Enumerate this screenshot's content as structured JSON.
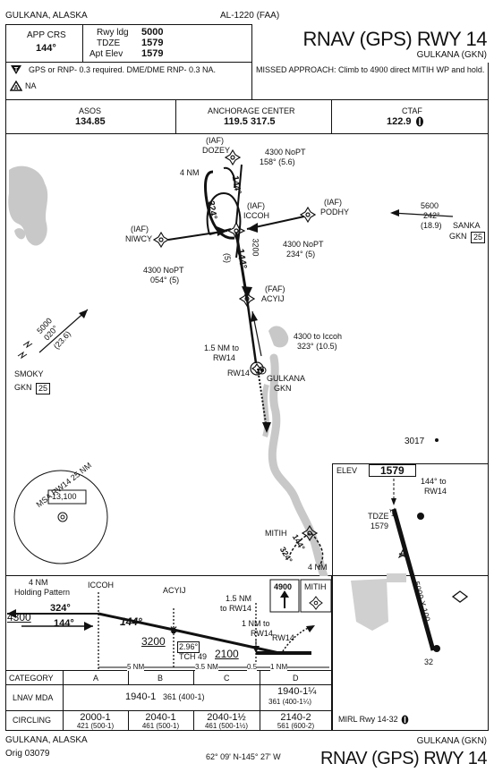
{
  "header": {
    "location": "GULKANA, ALASKA",
    "procedure_id": "AL-1220 (FAA)",
    "title": "RNAV (GPS) RWY 14",
    "airport": "GULKANA (GKN)",
    "app_crs_label": "APP CRS",
    "app_crs_value": "144°",
    "rwy_ldg_label": "Rwy ldg",
    "rwy_ldg_value": "5000",
    "tdze_label": "TDZE",
    "tdze_value": "1579",
    "apt_elev_label": "Apt Elev",
    "apt_elev_value": "1579"
  },
  "notes": {
    "gps_note": "GPS or RNP- 0.3 required. DME/DME RNP- 0.3 NA.",
    "na_note": "NA",
    "missed_approach": "MISSED APPROACH:  Climb to 4900 direct MITIH WP and hold."
  },
  "comms": [
    {
      "label": "ASOS",
      "value": "134.85"
    },
    {
      "label": "ANCHORAGE CENTER",
      "value": "119.5  317.5"
    },
    {
      "label": "CTAF",
      "value": "122.9"
    }
  ],
  "plan_view": {
    "dozey": {
      "iaf": "(IAF)",
      "name": "DOZEY"
    },
    "dozey_leg": {
      "alt": "4300 NoPT",
      "crs": "158° (5.6)"
    },
    "hold_dist": "4 NM",
    "hold_in": "144°",
    "hold_out": "324°",
    "iccoh": {
      "iaf": "(IAF)",
      "name": "ICCOH"
    },
    "podhy": {
      "iaf": "(IAF)",
      "name": "PODHY"
    },
    "podhy_leg": {
      "alt": "4300 NoPT",
      "crs": "234° (5)"
    },
    "niwcy": {
      "iaf": "(IAF)",
      "name": "NIWCY"
    },
    "niwcy_leg": {
      "alt": "4300 NoPT",
      "crs": "054° (5)"
    },
    "final_alt": "3200",
    "final_crs": "144°",
    "final_dist": "(5)",
    "acyij": {
      "faf": "(FAF)",
      "name": "ACYIJ"
    },
    "iccoh_return": {
      "alt": "4300 to Iccoh",
      "crs": "323° (10.5)"
    },
    "rw14_dist": "1.5 NM to",
    "rw14_name": "RW14",
    "rw14_label": "RW14",
    "sanka_leg": {
      "alt": "5600",
      "crs": "242°",
      "dist": "(18.9)"
    },
    "sanka": {
      "name": "SANKA",
      "navaid": "GKN",
      "channel": "25"
    },
    "smoky_leg": {
      "alt": "5000",
      "crs": "020°",
      "dist": "(23.6)"
    },
    "smoky": {
      "name": "SMOKY",
      "navaid": "GKN",
      "channel": "25"
    },
    "gulkana_vor": {
      "name": "GULKANA",
      "id": "GKN"
    },
    "spot_elev": "3017",
    "msa_label": "MSA RW14 25 NM",
    "msa_alt": "13,100",
    "mitih": "MITIH",
    "mitih_hold_in": "144°",
    "mitih_hold_out": "324°",
    "mitih_hold_dist": "4 NM"
  },
  "airport_sketch": {
    "elev_label": "ELEV",
    "elev_value": "1579",
    "crs_note": "144° to",
    "crs_note2": "RW14",
    "tdze_label": "TDZE",
    "tdze_value": "1579",
    "rwy_end_top": "14",
    "rwy_end_bottom": "32",
    "rwy_dims": "5000 X 100",
    "lighting": "MIRL Rwy 14-32"
  },
  "profile": {
    "hold_dist": "4 NM",
    "hold_label": "Holding Pattern",
    "iccoh": "ICCOH",
    "hold_alt": "4300",
    "hold_out": "324°",
    "hold_in": "144°",
    "acyij": "ACYIJ",
    "seg_crs": "144°",
    "faf_alt": "3200",
    "gp_angle": "2.96°",
    "tch": "TCH 49",
    "mda_alt": "2100",
    "rw14_note1": "1.5 NM",
    "rw14_note2": "to RW14",
    "map_note1": "1 NM to",
    "map_note2": "RW14",
    "map_label": "RW14",
    "missed_alt": "4900",
    "missed_fix": "MITIH",
    "dist1": "5 NM",
    "dist2": "3.5 NM",
    "dist3": "0.5",
    "dist4": "1 NM"
  },
  "minimums": {
    "category_label": "CATEGORY",
    "categories": [
      "A",
      "B",
      "C",
      "D"
    ],
    "lnav_label": "LNAV MDA",
    "lnav_abc_top": "1940-1",
    "lnav_abc_sub": "361 (400-1)",
    "lnav_d_top": "1940-1¼",
    "lnav_d_sub": "361 (400-1¼)",
    "circling_label": "CIRCLING",
    "circling": [
      {
        "top": "2000-1",
        "sub": "421 (500-1)"
      },
      {
        "top": "2040-1",
        "sub": "461 (500-1)"
      },
      {
        "top": "2040-1½",
        "sub": "461 (500-1½)"
      },
      {
        "top": "2140-2",
        "sub": "561 (600-2)"
      }
    ]
  },
  "footer": {
    "location": "GULKANA, ALASKA",
    "orig": "Orig 03079",
    "coords": "62° 09' N-145° 27' W",
    "airport": "GULKANA (GKN)",
    "title": "RNAV (GPS) RWY 14"
  }
}
